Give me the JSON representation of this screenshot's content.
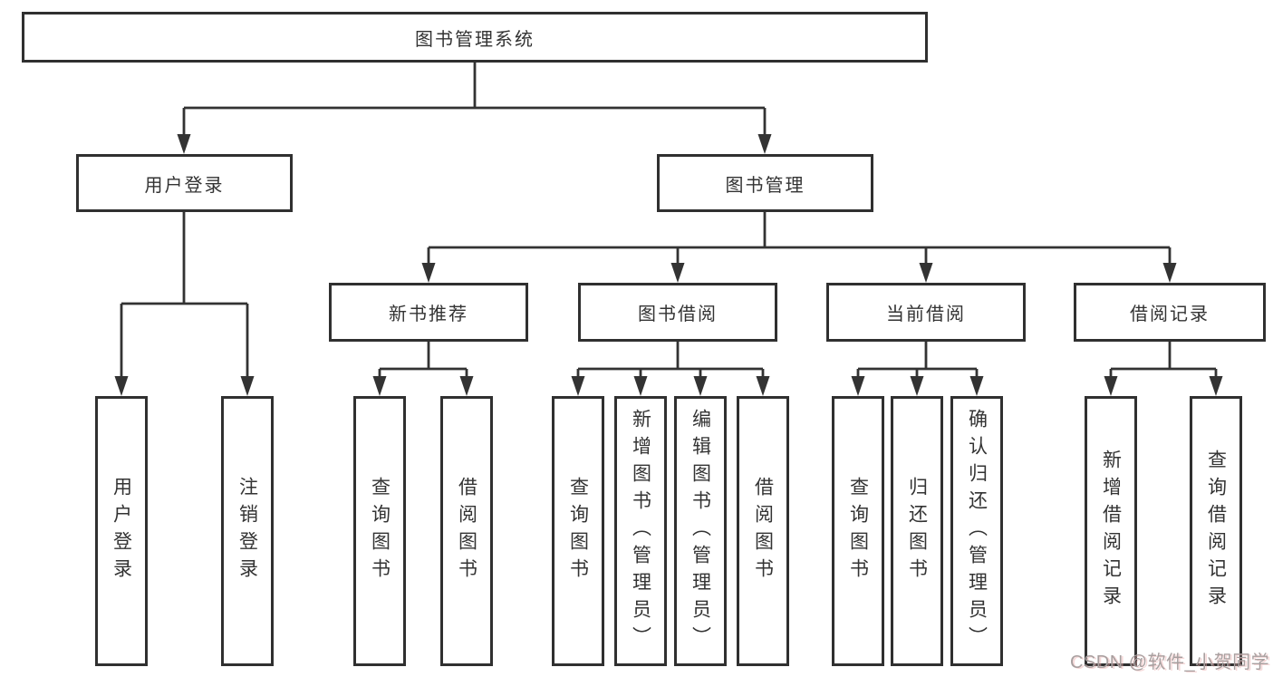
{
  "watermark": {
    "text": "CSDN @软件_小贺同学"
  },
  "colors": {
    "line": "#333333",
    "box_border": "#303030",
    "text": "#333333",
    "background": "#ffffff",
    "watermark": "#a89f9f"
  },
  "tree": {
    "label": "图书管理系统",
    "children": [
      {
        "label": "用户登录",
        "children": [
          {
            "label": "用户登录"
          },
          {
            "label": "注销登录"
          }
        ]
      },
      {
        "label": "图书管理",
        "children": [
          {
            "label": "新书推荐",
            "children": [
              {
                "label": "查询图书"
              },
              {
                "label": "借阅图书"
              }
            ]
          },
          {
            "label": "图书借阅",
            "children": [
              {
                "label": "查询图书"
              },
              {
                "label": "新增图书（管理员）"
              },
              {
                "label": "编辑图书（管理员）"
              },
              {
                "label": "借阅图书"
              }
            ]
          },
          {
            "label": "当前借阅",
            "children": [
              {
                "label": "查询图书"
              },
              {
                "label": "归还图书"
              },
              {
                "label": "确认归还（管理员）"
              }
            ]
          },
          {
            "label": "借阅记录",
            "children": [
              {
                "label": "新增借阅记录"
              },
              {
                "label": "查询借阅记录"
              }
            ]
          }
        ]
      }
    ]
  }
}
